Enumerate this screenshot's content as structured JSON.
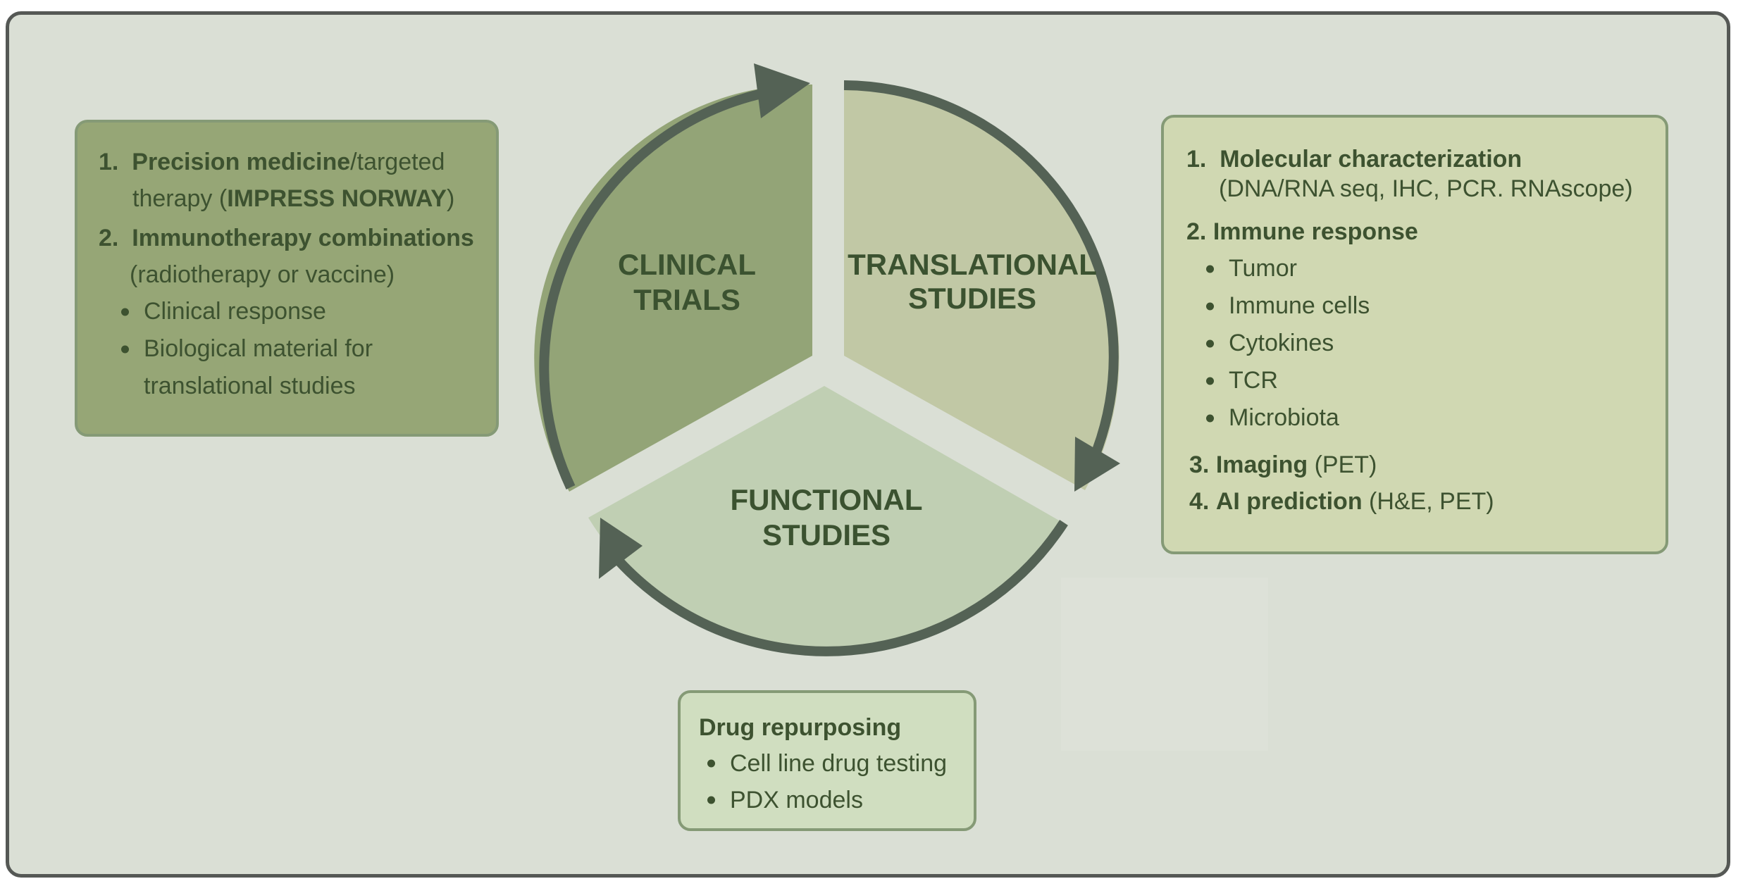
{
  "segments": {
    "clinical": [
      "CLINICAL",
      "TRIALS"
    ],
    "translational": [
      "TRANSLATIONAL",
      "STUDIES"
    ],
    "functional": [
      "FUNCTIONAL",
      "STUDIES"
    ]
  },
  "left_box": {
    "item1": {
      "num": "1.",
      "bold": "Precision medicine",
      "rest": "/targeted",
      "line2_pre": "therapy (",
      "line2_bold": "IMPRESS NORWAY",
      "line2_post": ")"
    },
    "item2": {
      "num": "2.",
      "bold": "Immunotherapy combinations",
      "line2": "(radiotherapy or vaccine)"
    },
    "bullets": [
      "Clinical response",
      "Biological material for",
      "translational studies"
    ]
  },
  "right_box": {
    "item1": {
      "num": "1.",
      "bold": "Molecular characterization",
      "line2": "(DNA/RNA seq, IHC, PCR. RNAscope)"
    },
    "item2": {
      "num": "2.",
      "bold": "Immune response"
    },
    "bullets": [
      "Tumor",
      "Immune cells",
      "Cytokines",
      "TCR",
      "Microbiota"
    ],
    "item3": {
      "num": "3.",
      "bold": "Imaging",
      "rest": " (PET)"
    },
    "item4": {
      "num": "4.",
      "bold": "AI prediction",
      "rest": " (H&E, PET)"
    }
  },
  "bottom_box": {
    "title": "Drug repurposing",
    "bullets": [
      "Cell line drug testing",
      "PDX models"
    ]
  },
  "colors": {
    "clinical": "#93a477",
    "translational": "#c1c8a5",
    "functional": "#c0cfb3",
    "arrow": "#546255"
  }
}
